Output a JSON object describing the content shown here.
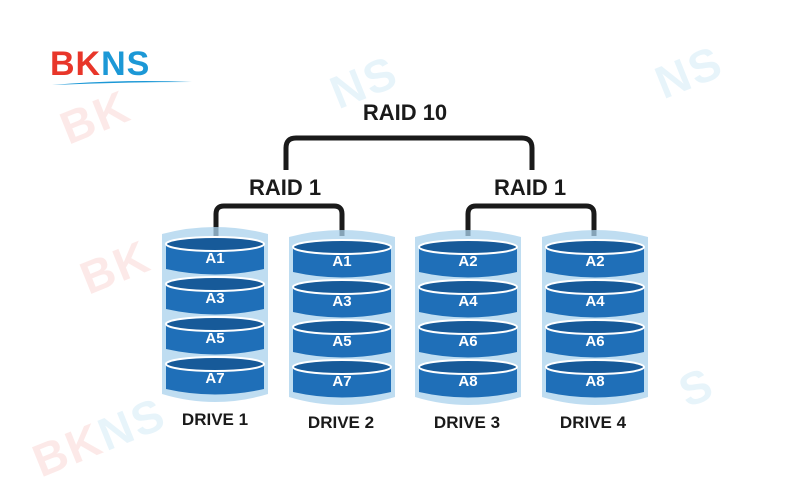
{
  "brand": {
    "logo_parts": [
      {
        "text": "BK",
        "color": "#e8362a"
      },
      {
        "text": "NS",
        "color": "#1c98d6"
      }
    ],
    "watermark_text": "BKNS"
  },
  "diagram": {
    "title": "RAID 10",
    "groups": [
      {
        "label": "RAID 1",
        "drives": [
          0,
          1
        ]
      },
      {
        "label": "RAID 1",
        "drives": [
          2,
          3
        ]
      }
    ],
    "drives": [
      {
        "label": "DRIVE 1",
        "blocks": [
          "A1",
          "A3",
          "A5",
          "A7"
        ]
      },
      {
        "label": "DRIVE 2",
        "blocks": [
          "A1",
          "A3",
          "A5",
          "A7"
        ]
      },
      {
        "label": "DRIVE 3",
        "blocks": [
          "A2",
          "A4",
          "A6",
          "A8"
        ]
      },
      {
        "label": "DRIVE 4",
        "blocks": [
          "A2",
          "A4",
          "A6",
          "A8"
        ]
      }
    ],
    "colors": {
      "disk": "#1f6fb8",
      "disk_dark": "#175a99",
      "disk_light": "#3b8dd3",
      "casing": "#a9d2ec",
      "line": "#1a1a1a"
    }
  }
}
